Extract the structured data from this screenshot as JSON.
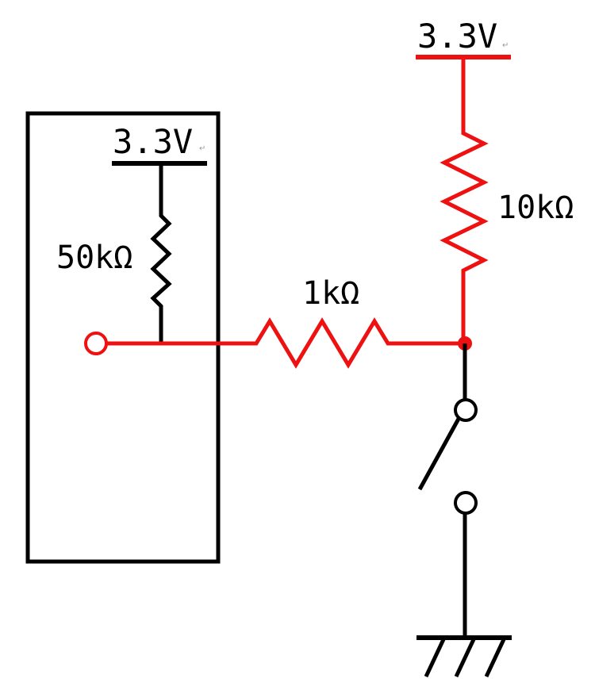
{
  "colors": {
    "highlight": "#ee1111",
    "wire": "#000000",
    "background": "#ffffff"
  },
  "labels": {
    "supply_external": "3.3V",
    "supply_internal": "3.3V",
    "pullup_external": "10kΩ",
    "pullup_internal": "50kΩ",
    "series_resistor": "1kΩ",
    "return_mark": "↵"
  }
}
